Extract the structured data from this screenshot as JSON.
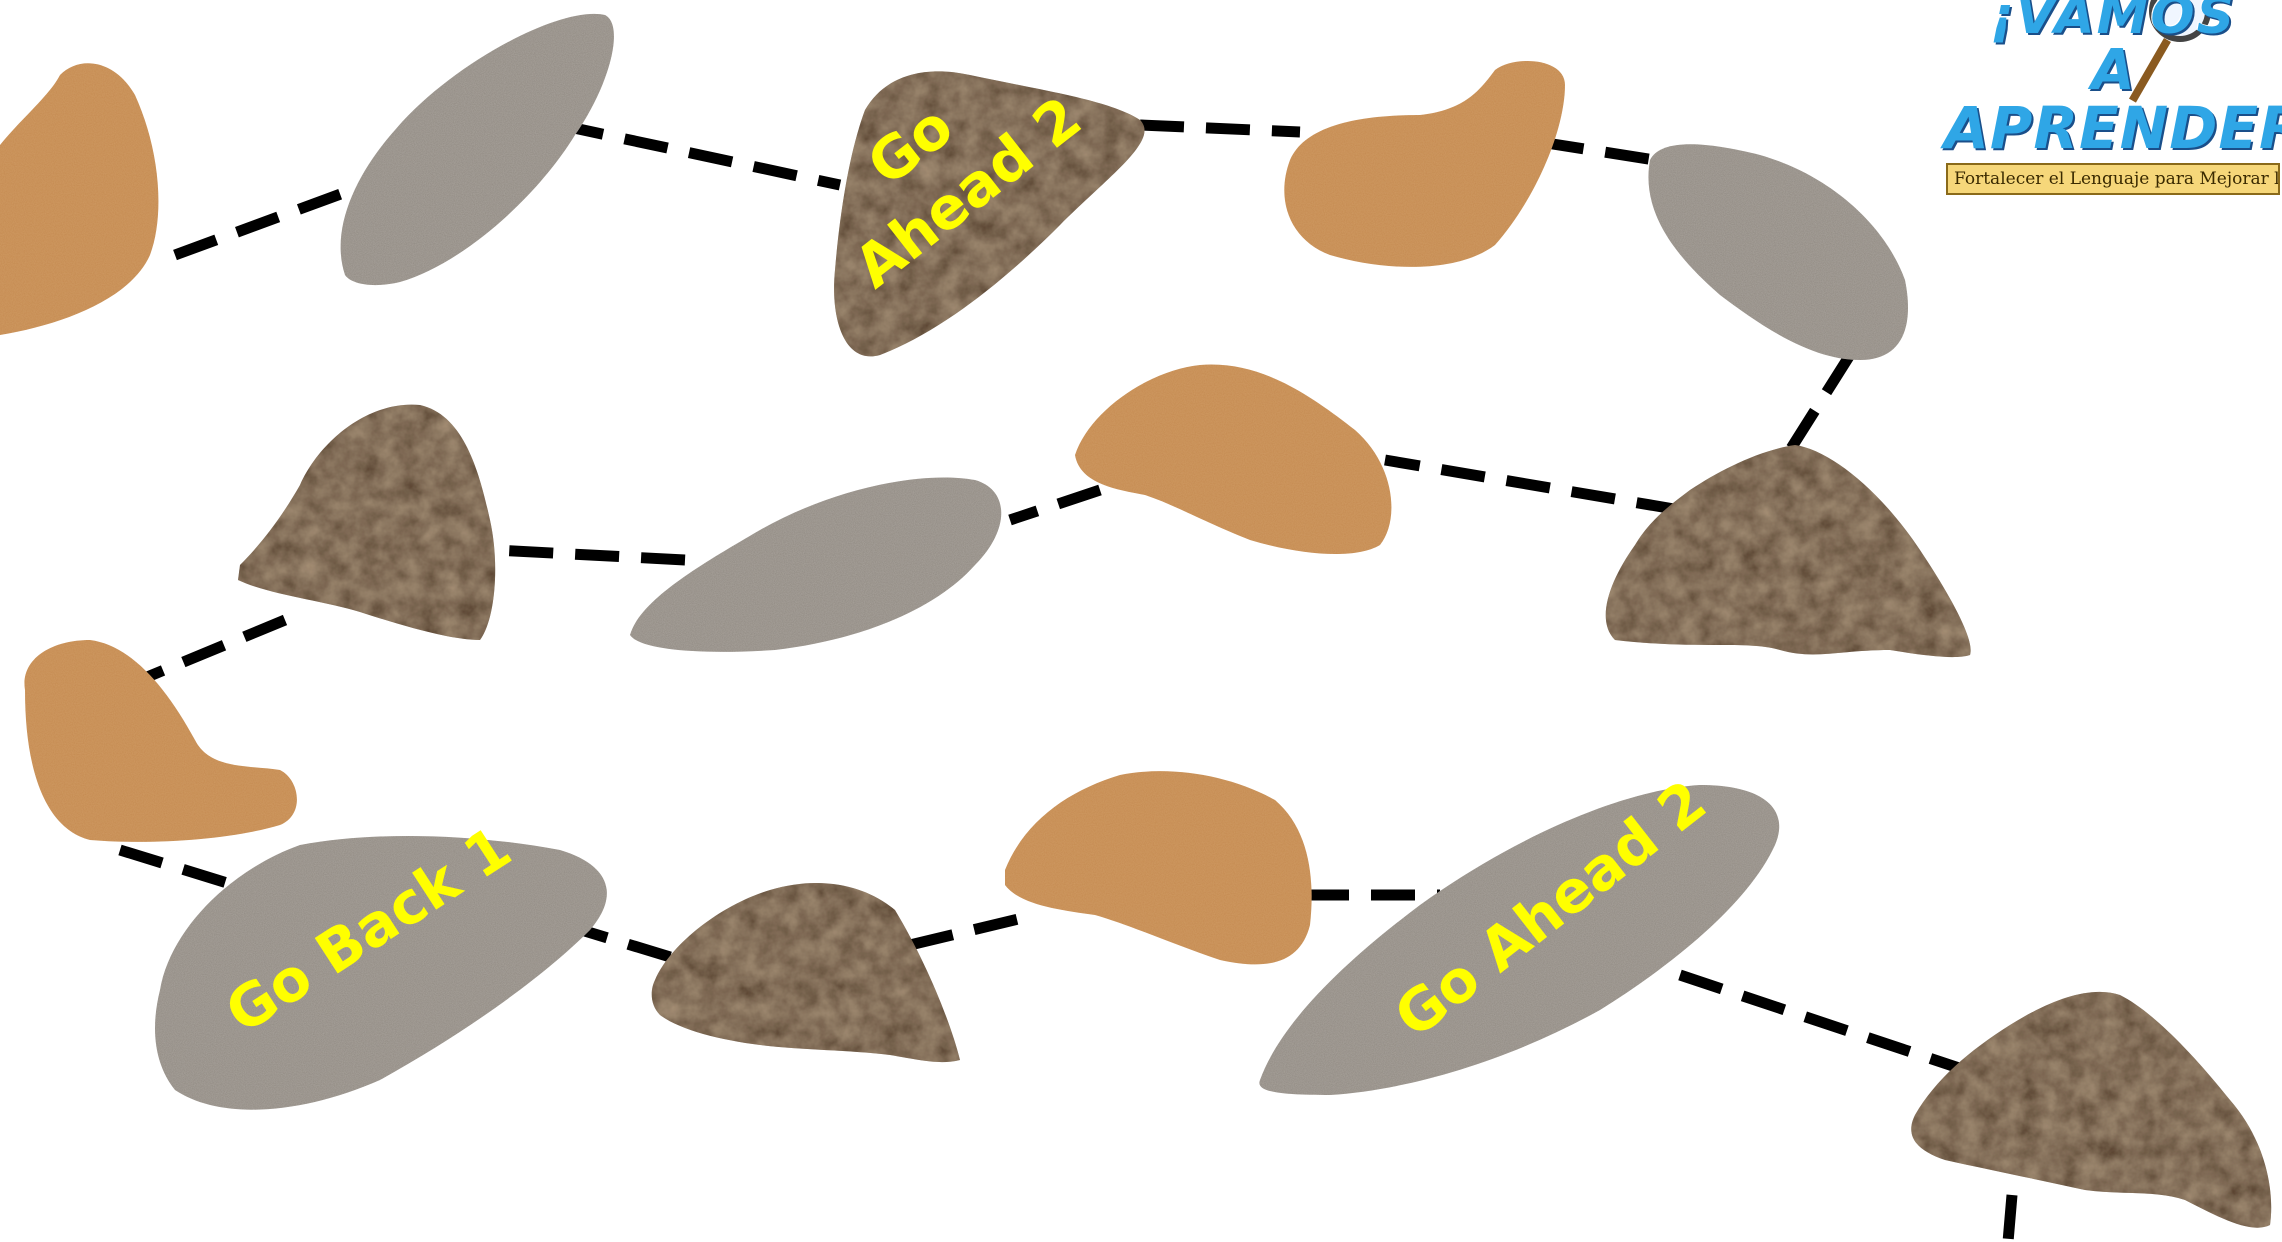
{
  "logo": {
    "line1": "¡VAMOS",
    "line2": "A",
    "line3": "APRENDER!",
    "tagline": "Fortalecer el Lenguaje para Mejorar la Comprensión"
  },
  "spaces": [
    {
      "name": "stone-tan-1",
      "color": "tan",
      "label": ""
    },
    {
      "name": "stone-gray-2",
      "color": "gray",
      "label": ""
    },
    {
      "name": "stone-brown-3",
      "color": "brown",
      "label": "Go Ahead 2",
      "label_lines": [
        "Go",
        "Ahead 2"
      ]
    },
    {
      "name": "stone-tan-4",
      "color": "tan",
      "label": ""
    },
    {
      "name": "stone-gray-5",
      "color": "gray",
      "label": ""
    },
    {
      "name": "stone-brown-6",
      "color": "brown",
      "label": ""
    },
    {
      "name": "stone-tan-7",
      "color": "tan",
      "label": ""
    },
    {
      "name": "stone-gray-8",
      "color": "gray",
      "label": ""
    },
    {
      "name": "stone-brown-9",
      "color": "brown",
      "label": ""
    },
    {
      "name": "stone-tan-10",
      "color": "tan",
      "label": ""
    },
    {
      "name": "stone-gray-11",
      "color": "gray",
      "label": "Go Back 1"
    },
    {
      "name": "stone-brown-12",
      "color": "brown",
      "label": ""
    },
    {
      "name": "stone-tan-13",
      "color": "tan",
      "label": ""
    },
    {
      "name": "stone-gray-14",
      "color": "gray",
      "label": "Go Ahead 2"
    },
    {
      "name": "stone-brown-15",
      "color": "brown",
      "label": ""
    }
  ],
  "colors": {
    "tan": "#cf9a62",
    "gray": "#a9a39c",
    "brown": "#4e3622",
    "label": "#ffff00",
    "path": "#000000"
  }
}
